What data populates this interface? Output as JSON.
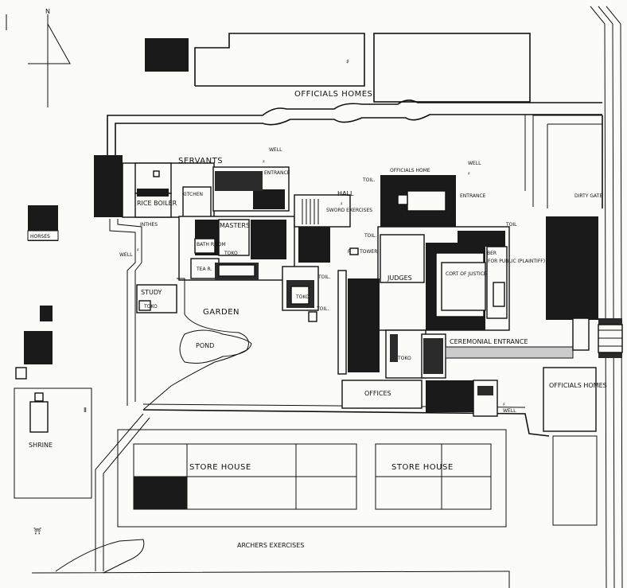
{
  "labels": {
    "north": "N",
    "officials_homes_top": "OFFICIALS HOMES",
    "well_1": "WELL",
    "entrance_1": "ENTRANCE",
    "servants": "SERVANTS",
    "rice_boiler": "RICE BOILER",
    "kitchen": "KITCHEN",
    "horses": "HORSES",
    "well_left": "WELL",
    "masters": "MASTERS",
    "bath_room": "BATH ROOM",
    "toko_1": "TOKO",
    "tea_r": "TEA R.",
    "study": "STUDY",
    "toko_study": "TOKO",
    "garden": "GARDEN",
    "pond": "POND",
    "hall": "HALL",
    "sword_exercises": "SWORD EXERCISES",
    "officials_home": "OFFICIALS HOME",
    "well_2": "WELL",
    "entrance_2": "ENTRANCE",
    "toil_1": "TOIL.",
    "toil_2": "TOIL.",
    "toil_3": "TOIL.",
    "toil_4": "TOIL.",
    "toil_5": "TOIL",
    "fire_tower": "FIRE TOWER",
    "judges": "JUDGES",
    "cort_of_justice": "CORT OF JUSTICE",
    "for_public": "FOR PUBLIC (PLAINTIFF)",
    "ceremonial_entrance": "CEREMONIAL ENTRANCE",
    "toko_2": "TOKO",
    "toko_3": "TOKO",
    "offices": "OFFICES",
    "well_3": "WELL",
    "dirty_gate": "DIRTY GATE",
    "officials_homes_right": "OFFICIALS HOMES",
    "shrine": "SHRINE",
    "store_house_1": "STORE HOUSE",
    "store_house_2": "STORE HOUSE",
    "archers_exercises": "ARCHERS EXERCISES",
    "ber": "BER"
  }
}
